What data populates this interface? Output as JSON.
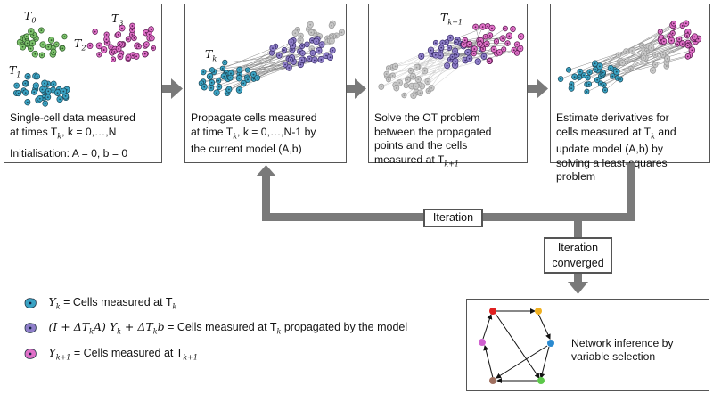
{
  "panels": [
    {
      "line1": "Single-cell data measured",
      "line2": "at times T",
      "line2_sub": "k",
      "line2_rest": ", k = 0,…,N",
      "init": "Initialisation: A = 0, b = 0"
    },
    {
      "text_a": "Propagate cells measured",
      "text_b": "at time T",
      "text_b_sub": "k",
      "text_b_rest": ", k = 0,…,N-1 by",
      "text_c": "the current model (A,b)"
    },
    {
      "text_a": "Solve the OT problem",
      "text_b": "between the propagated",
      "text_c": "points and the cells",
      "text_d": "measured at T",
      "text_d_sub": "k+1"
    },
    {
      "text_a": "Estimate derivatives for",
      "text_b": "cells measured at T",
      "text_b_sub": "k",
      "text_b_rest": " and",
      "text_c": "update model (A,b) by",
      "text_d": "solving a least-squares",
      "text_e": "problem"
    }
  ],
  "time_labels": {
    "T0": "T",
    "T0_sub": "0",
    "T1": "T",
    "T1_sub": "1",
    "T2": "T",
    "T2_sub": "2",
    "T3": "T",
    "T3_sub": "3",
    "Tk": "T",
    "Tk_sub": "k",
    "Tk1": "T",
    "Tk1_sub": "k+1"
  },
  "iteration_label": "Iteration",
  "converged_line1": "Iteration",
  "converged_line2": "converged",
  "legend": [
    {
      "math": "Y",
      "sub": "k",
      "text": " = Cells measured at T",
      "text_sub": "k"
    },
    {
      "math": "(I + ΔT",
      "sub": "k",
      "math2": "A) Y",
      "sub2": "k",
      "math3": " + ΔT",
      "sub3": "k",
      "math4": "b",
      "text": " = Cells measured at T",
      "text_sub": "k",
      "text_rest": " propagated by the model"
    },
    {
      "math": "Y",
      "sub": "k+1",
      "text": " = Cells measured at T",
      "text_sub": "k+1"
    }
  ],
  "network_text_1": "Network inference by",
  "network_text_2": "variable selection",
  "colors": {
    "blue": "#3aa3c4",
    "purple": "#8f7fc9",
    "pink": "#e070c8",
    "green": "#7ec46d",
    "gray": "#c8c8c8",
    "arrow": "#7a7a7a",
    "node_red": "#e02020",
    "node_yellow": "#f0b020",
    "node_blue": "#2a8ad0",
    "node_green": "#5cc84a",
    "node_pink": "#d060d0",
    "node_brown": "#a07060"
  }
}
